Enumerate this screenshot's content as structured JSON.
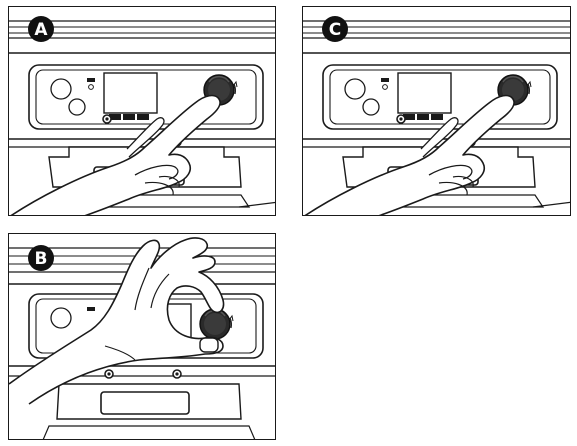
{
  "panels": [
    {
      "id": "A",
      "label": "A"
    },
    {
      "id": "C",
      "label": "C"
    },
    {
      "id": "B",
      "label": "B"
    }
  ],
  "colors": {
    "ink": "#1a1a1a",
    "badge": "#111111",
    "knob": "#2a2a2a",
    "background": "#ffffff"
  },
  "icons": {
    "knob": "rotary-knob-icon",
    "hand": "hand-icon",
    "badge": "letter-badge-icon"
  }
}
